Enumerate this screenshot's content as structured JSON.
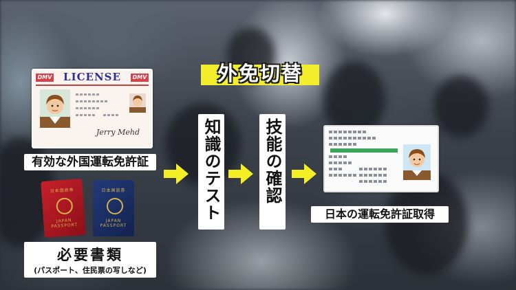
{
  "title": "外免切替",
  "foreign_license": {
    "dmv_left": "DMV",
    "header": "LICENSE",
    "dmv_right": "DMV",
    "signature": "Jerry Mehd",
    "caption": "有効な外国運転免許証"
  },
  "passports": {
    "red_text": "JAPAN PASSPORT",
    "blue_text": "JAPAN PASSPORT"
  },
  "documents": {
    "title": "必要書類",
    "note": "(パスポート、住民票の写しなど)"
  },
  "steps": [
    {
      "label": "知識のテスト"
    },
    {
      "label": "技能の確認"
    }
  ],
  "result": {
    "caption": "日本の運転免許証取得"
  },
  "colors": {
    "accent_yellow": "#f3ee2c",
    "arrow_yellow": "#f4ee24",
    "license_red": "#c63b3b",
    "license_blue": "#2a2f9b",
    "jp_license_green": "#3aa55a"
  },
  "icons": [
    "right-arrow-icon",
    "passport-icon",
    "driver-portrait-icon"
  ]
}
